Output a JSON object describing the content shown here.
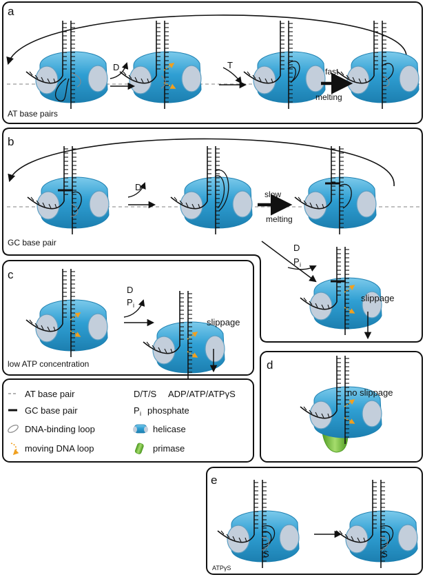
{
  "panels": {
    "a": {
      "letter": "a",
      "caption": "AT base pairs",
      "step1": "D",
      "step2": "T",
      "step3_top": "fast",
      "step3_bottom": "melting"
    },
    "b": {
      "letter": "b",
      "caption": "GC base pair",
      "step1": "D",
      "step2_top": "slow",
      "step2_bottom": "melting",
      "branch_d": "D",
      "branch_p": "P",
      "branch_p_sub": "i",
      "branch_result": "slippage"
    },
    "c": {
      "letter": "c",
      "caption": "low ATP concentration",
      "step_d": "D",
      "step_p": "P",
      "step_p_sub": "i",
      "result": "slippage"
    },
    "d": {
      "letter": "d",
      "result": "no slippage"
    },
    "e": {
      "letter": "e",
      "caption": "ATPγS",
      "s_label_1": "S",
      "s_label_2": "S"
    }
  },
  "legend": {
    "at_pair": "AT base pair",
    "gc_pair": "GC base pair",
    "binding_loop": "DNA-binding loop",
    "moving_loop": "moving DNA loop",
    "dts_key": "D/T/S",
    "dts_value": "ADP/ATP/ATPγS",
    "pi_key": "P",
    "pi_sub": "i",
    "pi_value": "phosphate",
    "helicase": "helicase",
    "primase": "primase"
  },
  "colors": {
    "helicase_fill": "#2f9fd3",
    "helicase_dark": "#1c7fb0",
    "helicase_light": "#7ccaeb",
    "disc_fill": "#c3cedb",
    "disc_stroke": "#5b9fc4",
    "moving_loop": "#f0a020",
    "primase": "#7cc243",
    "primase_dark": "#4e9a22",
    "at_line": "#9a9a9a",
    "ink": "#111111"
  },
  "icons": [
    "helicase-icon",
    "primase-icon",
    "dna-fork-icon",
    "reaction-arrow-icon"
  ]
}
